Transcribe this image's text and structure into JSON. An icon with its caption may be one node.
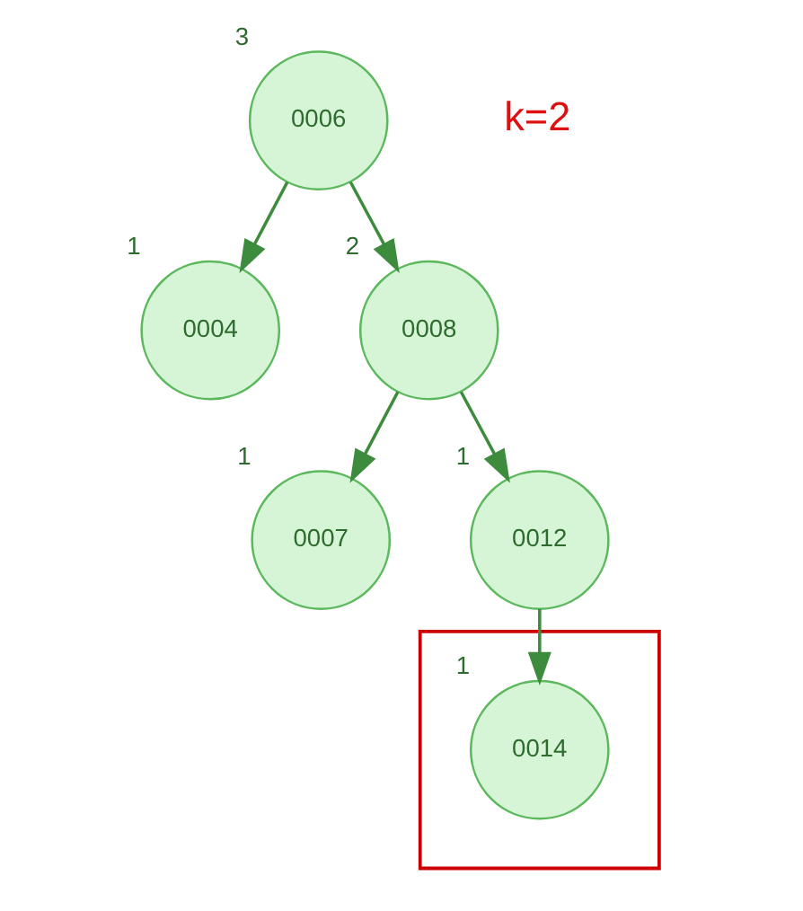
{
  "diagram": {
    "nodes": [
      {
        "text": [
          "0006"
        ],
        "beside": [
          "3"
        ]
      },
      {
        "text": [
          "0004"
        ],
        "beside": [
          "1"
        ]
      },
      {
        "text": [
          "0008"
        ],
        "beside": [
          "2"
        ]
      },
      {
        "text": [
          "0007"
        ],
        "beside": [
          "1"
        ]
      },
      {
        "text": [
          "0012"
        ],
        "beside": [
          "1"
        ]
      },
      {
        "text": [],
        "shape": "box"
      },
      {
        "text": [
          "0014"
        ],
        "beside": [
          "1"
        ],
        "in": 5
      }
    ],
    "edges": [
      {
        "from": 0,
        "to": 1,
        "arrow": "to"
      },
      {
        "from": 0,
        "to": 2,
        "arrow": "to"
      },
      {
        "from": 2,
        "to": 3,
        "arrow": "to"
      },
      {
        "from": 2,
        "to": 4,
        "arrow": "to"
      },
      {
        "from": 4,
        "to": 6,
        "arrow": "to"
      }
    ],
    "labels": [
      "k=2"
    ]
  }
}
